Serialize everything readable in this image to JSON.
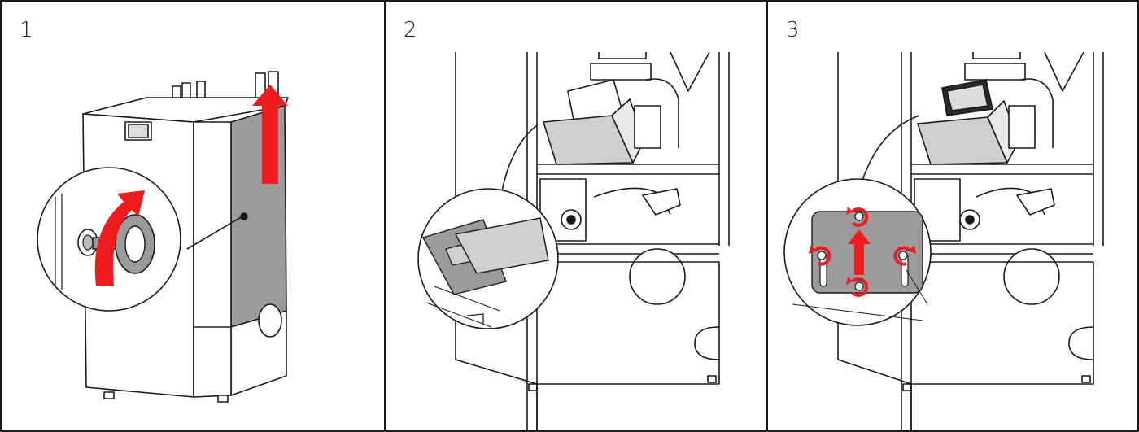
{
  "steps": [
    {
      "number": "1"
    },
    {
      "number": "2"
    },
    {
      "number": "3"
    }
  ],
  "colors": {
    "arrow": "#ee1c1c",
    "panel_grey": "#9c9a9a",
    "outline": "#1a1a1a",
    "filter": "#cfcfcf"
  }
}
